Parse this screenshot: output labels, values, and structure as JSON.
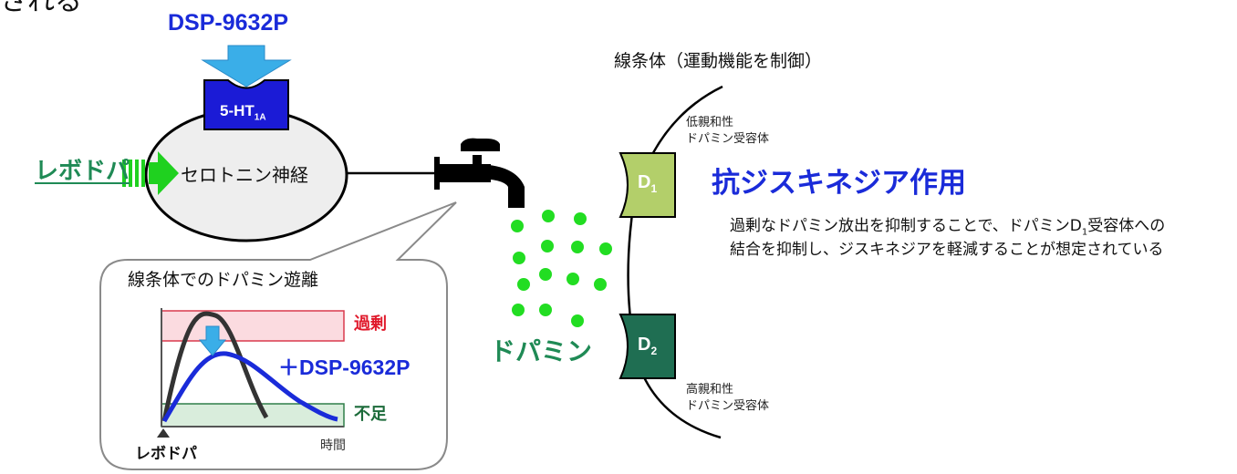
{
  "top_fragment": "される",
  "drug": "DSP-9632P",
  "receptor_5ht": {
    "base": "5-HT",
    "sub": "1A"
  },
  "levodopa": "レボドパ",
  "serotonin_neuron": "セロトニン神経",
  "striatum_title": "線条体（運動機能を制御）",
  "d1_receptor": {
    "letter": "D",
    "sub": "1",
    "affinity_line1": "低親和性",
    "affinity_line2": "ドパミン受容体"
  },
  "d2_receptor": {
    "letter": "D",
    "sub": "2",
    "affinity_line1": "高親和性",
    "affinity_line2": "ドパミン受容体"
  },
  "dopamine": "ドパミン",
  "effect": {
    "title": "抗ジスキネジア作用",
    "desc_line1_a": "過剰なドパミン放出を抑制することで、ドパミンD",
    "desc_line1_sub": "1",
    "desc_line1_b": "受容体への",
    "desc_line2": "結合を抑制し、ジスキネジアを軽減することが想定されている"
  },
  "inset": {
    "title": "線条体でのドパミン遊離",
    "excess": "過剰",
    "shortage": "不足",
    "with_drug": "＋DSP-9632P",
    "x_label": "時間",
    "levodopa_marker": "レボドパ"
  },
  "colors": {
    "drug_blue": "#1a2bd9",
    "arrow_blue": "#3aaee8",
    "receptor_blue": "#1b1bd6",
    "levodopa_green": "#1fd11f",
    "dopamine_dot": "#22dd22",
    "d1_fill": "#b3cf6a",
    "d2_fill": "#1f6e52",
    "excess_red": "#e0192b",
    "shortage_green": "#1c6b3a"
  }
}
